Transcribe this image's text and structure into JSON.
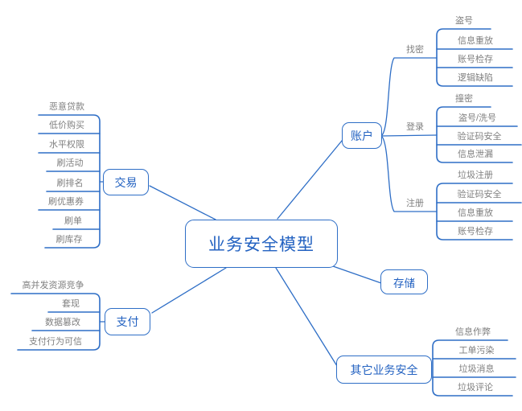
{
  "title": "业务安全模型",
  "colors": {
    "line": "#2e6ec6",
    "node_text": "#2362c1",
    "label_text": "#7f7f7f",
    "background": "#ffffff"
  },
  "branches": {
    "account": {
      "label": "账户",
      "groups": [
        {
          "label": "找密",
          "children": [
            "盗号",
            "信息重放",
            "账号检存",
            "逻辑缺陷"
          ]
        },
        {
          "label": "登录",
          "children": [
            "撞密",
            "盗号/洗号",
            "验证码安全",
            "信息泄漏"
          ]
        },
        {
          "label": "注册",
          "children": [
            "垃圾注册",
            "验证码安全",
            "信息重放",
            "账号检存"
          ]
        }
      ]
    },
    "transaction": {
      "label": "交易",
      "children": [
        "恶意贷款",
        "低价购买",
        "水平权限",
        "刷活动",
        "刷排名",
        "刷优惠券",
        "刷单",
        "刷库存"
      ]
    },
    "payment": {
      "label": "支付",
      "children": [
        "高并发资源竞争",
        "套现",
        "数据篡改",
        "支付行为可信"
      ]
    },
    "storage": {
      "label": "存储",
      "children": []
    },
    "other": {
      "label": "其它业务安全",
      "children": [
        "信息作弊",
        "工单污染",
        "垃圾消息",
        "垃圾评论"
      ]
    }
  }
}
